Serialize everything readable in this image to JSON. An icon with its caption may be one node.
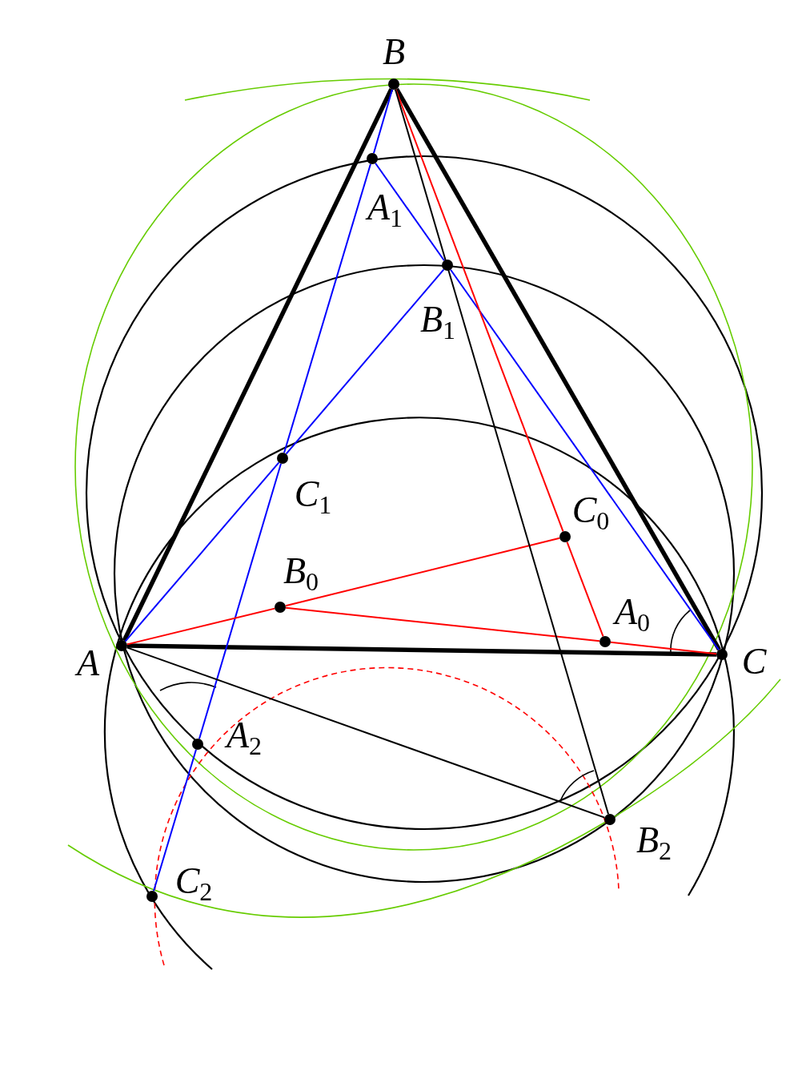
{
  "diagram": {
    "nodes": [
      {
        "text": [
          "B"
        ]
      },
      {
        "text": [
          "A$_{1}$"
        ]
      },
      {
        "text": [
          "B$_{1}$"
        ]
      },
      {
        "text": [
          "C$_{1}$"
        ]
      },
      {
        "text": [
          "C$_{0}$"
        ]
      },
      {
        "text": [
          "B$_{0}$"
        ]
      },
      {
        "text": [
          "A$_{0}$"
        ]
      },
      {
        "text": [
          "A"
        ]
      },
      {
        "text": [
          "C"
        ]
      },
      {
        "text": [
          "A$_{2}$"
        ]
      },
      {
        "text": [
          "B$_{2}$"
        ]
      },
      {
        "text": [
          "C$_{2}$"
        ]
      }
    ],
    "edges": [
      {
        "from": 7,
        "to": 0,
        "arrow": "none",
        "style": "thick",
        "color": "#000000"
      },
      {
        "from": 0,
        "to": 8,
        "arrow": "none",
        "style": "thick",
        "color": "#000000"
      },
      {
        "from": 7,
        "to": 8,
        "arrow": "none",
        "style": "thick",
        "color": "#000000"
      },
      {
        "from": 0,
        "to": 1,
        "arrow": "none",
        "color": "#0000ff"
      },
      {
        "from": 1,
        "to": 3,
        "arrow": "none",
        "color": "#0000ff"
      },
      {
        "from": 3,
        "to": 9,
        "arrow": "none",
        "color": "#0000ff"
      },
      {
        "from": 9,
        "to": 11,
        "arrow": "none",
        "color": "#0000ff"
      },
      {
        "from": 1,
        "to": 2,
        "arrow": "none",
        "color": "#0000ff"
      },
      {
        "from": 2,
        "to": 8,
        "arrow": "none",
        "color": "#0000ff"
      },
      {
        "from": 7,
        "to": 3,
        "arrow": "none",
        "color": "#0000ff"
      },
      {
        "from": 3,
        "to": 2,
        "arrow": "none",
        "color": "#0000ff"
      },
      {
        "from": 7,
        "to": 5,
        "arrow": "none",
        "color": "#ff0000"
      },
      {
        "from": 5,
        "to": 4,
        "arrow": "none",
        "color": "#ff0000"
      },
      {
        "from": 5,
        "to": 6,
        "arrow": "none",
        "color": "#ff0000"
      },
      {
        "from": 6,
        "to": 8,
        "arrow": "none",
        "color": "#ff0000"
      },
      {
        "from": 0,
        "to": 4,
        "arrow": "none",
        "color": "#ff0000"
      },
      {
        "from": 4,
        "to": 6,
        "arrow": "none",
        "color": "#ff0000"
      },
      {
        "from": 0,
        "to": 10,
        "arrow": "none",
        "color": "#000000"
      },
      {
        "from": 7,
        "to": 10,
        "arrow": "none",
        "color": "#000000"
      }
    ]
  }
}
